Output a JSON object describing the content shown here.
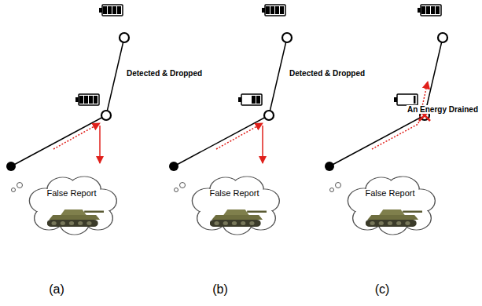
{
  "diagram": {
    "nodes": [
      {
        "text": [
          "False Report"
        ]
      },
      {
        "text": [
          "False Report"
        ]
      },
      {
        "text": [
          "False Report"
        ]
      }
    ],
    "labels": [
      "Detected & Dropped",
      "Detected & Dropped",
      "An Energy Drained",
      "(a)",
      "(b)",
      "(c)"
    ]
  }
}
